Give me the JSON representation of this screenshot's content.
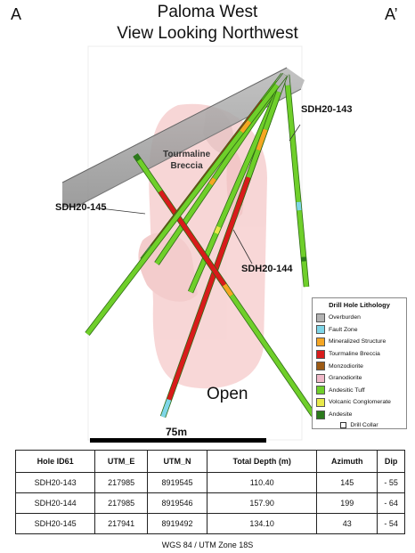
{
  "corners": {
    "left": "A",
    "right": "A’"
  },
  "title": {
    "line1": "Paloma West",
    "line2": "View Looking Northwest"
  },
  "labels": {
    "breccia_line1": "Tourmaline",
    "breccia_line2": "Breccia",
    "open": "Open",
    "scale": "75m"
  },
  "holes": {
    "h143": "SDH20-143",
    "h144": "SDH20-144",
    "h145": "SDH20-145"
  },
  "legend": {
    "title": "Drill Hole Lithology",
    "items": [
      {
        "label": "Overburden",
        "color": "#b3b3b3"
      },
      {
        "label": "Fault Zone",
        "color": "#7fd6e8"
      },
      {
        "label": "Mineralized Structure",
        "color": "#f5a623"
      },
      {
        "label": "Tourmaline Breccia",
        "color": "#d81b1b"
      },
      {
        "label": "Monzodiorite",
        "color": "#9c5a14"
      },
      {
        "label": "Granodiorite",
        "color": "#f0b8c8"
      },
      {
        "label": "Andesitic Tuff",
        "color": "#6fcf2a"
      },
      {
        "label": "Volcanic Conglomerate",
        "color": "#e8e84a"
      },
      {
        "label": "Andesite",
        "color": "#2b7a1c"
      }
    ],
    "collar": "Drill Collar"
  },
  "table": {
    "headers": [
      "Hole ID61",
      "UTM_E",
      "UTM_N",
      "Total Depth (m)",
      "Azimuth",
      "Dip"
    ],
    "rows": [
      [
        "SDH20-143",
        "217985",
        "8919545",
        "110.40",
        "145",
        "- 55"
      ],
      [
        "SDH20-144",
        "217985",
        "8919546",
        "157.90",
        "199",
        "- 64"
      ],
      [
        "SDH20-145",
        "217941",
        "8919492",
        "134.10",
        "43",
        "- 54"
      ]
    ]
  },
  "datum": "WGS 84 / UTM Zone 18S"
}
